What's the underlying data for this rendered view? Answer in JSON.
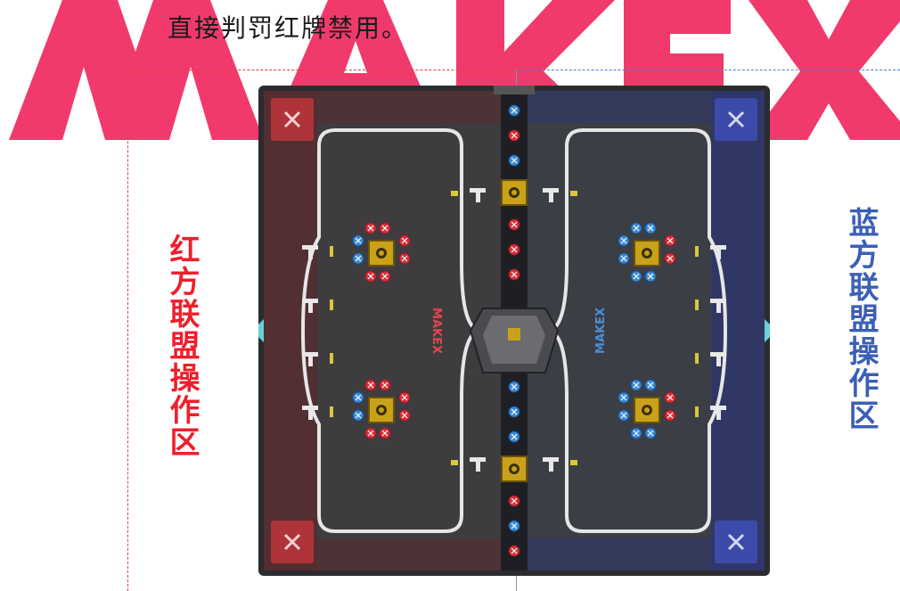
{
  "watermark": {
    "text": "MAKEX"
  },
  "header": {
    "text": "直接判罚红牌禁用。"
  },
  "zones": {
    "red": {
      "label": "红方联盟操作区"
    },
    "blue": {
      "label": "蓝方联盟操作区"
    }
  },
  "field": {
    "center_logo_left": "MAKEX",
    "center_logo_right": "MAKEX"
  },
  "colors": {
    "accent_red": "#ee1f2c",
    "accent_blue": "#3b5fb8",
    "watermark_pink": "#ef1f58",
    "field_dark": "#3e3f43",
    "field_red": "#7a2f33",
    "field_blue": "#303a78"
  }
}
